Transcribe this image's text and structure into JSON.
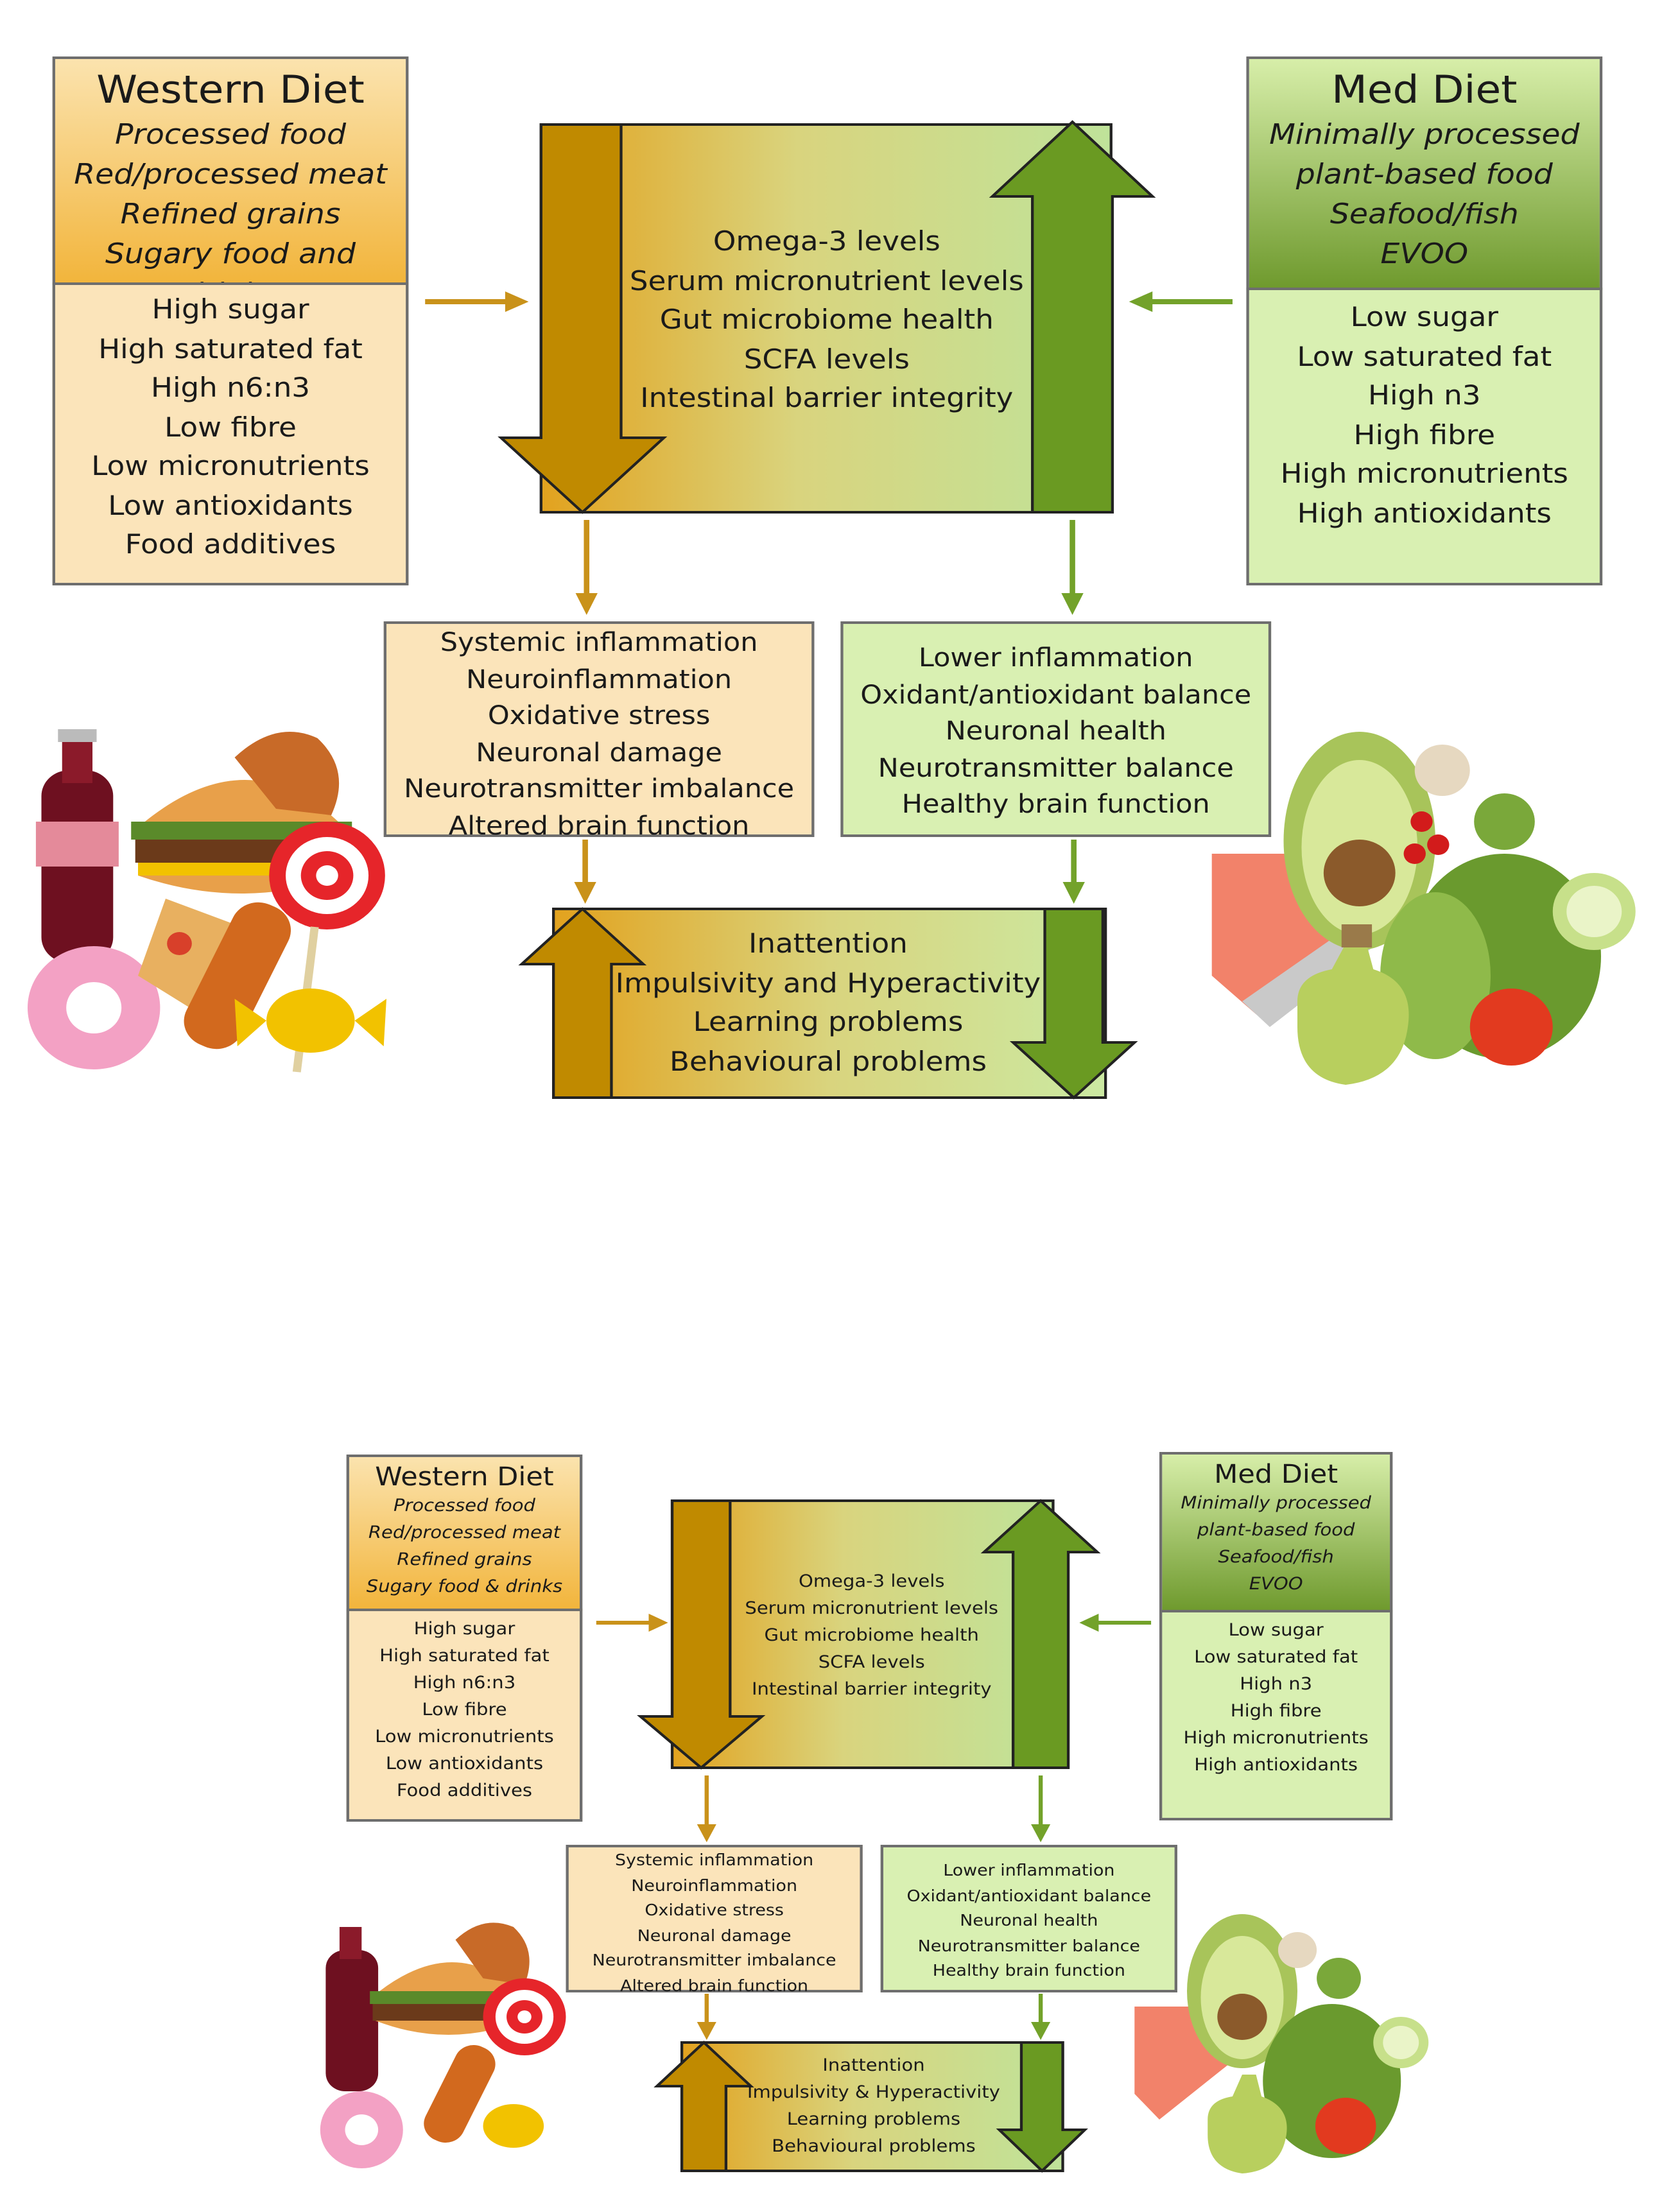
{
  "western": {
    "title": "Western Diet",
    "foods": [
      "Processed food",
      "Red/processed meat",
      "Refined grains",
      "Sugary food and drinks"
    ],
    "nutrients": [
      "High sugar",
      "High saturated fat",
      "High n6:n3",
      "Low fibre",
      "Low micronutrients",
      "Low antioxidants",
      "Food additives"
    ],
    "effects": [
      "Systemic inflammation",
      "Neuroinflammation",
      "Oxidative stress",
      "Neuronal damage",
      "Neurotransmitter imbalance",
      "Altered brain function"
    ]
  },
  "med": {
    "title": "Med Diet",
    "foods": [
      "Minimally processed",
      "plant-based food",
      "Seafood/fish",
      "EVOO"
    ],
    "nutrients": [
      "Low sugar",
      "Low saturated fat",
      "High n3",
      "High fibre",
      "High micronutrients",
      "High antioxidants"
    ],
    "effects": [
      "Lower inflammation",
      "Oxidant/antioxidant balance",
      "Neuronal health",
      "Neurotransmitter balance",
      "Healthy brain function"
    ]
  },
  "center": {
    "items": [
      "Omega-3 levels",
      "Serum micronutrient levels",
      "Gut microbiome health",
      "SCFA levels",
      "Intestinal barrier integrity"
    ]
  },
  "outcomes": {
    "items": [
      "Inattention",
      "Impulsivity and Hyperactivity",
      "Learning problems",
      "Behavioural problems"
    ]
  },
  "compact": {
    "western_foods": [
      "Processed food",
      "Red/processed meat",
      "Refined grains",
      "Sugary food & drinks"
    ],
    "outcomes": [
      "Inattention",
      "Impulsivity & Hyperactivity",
      "Learning problems",
      "Behavioural problems"
    ]
  },
  "colors": {
    "western_dark": "#c08a00",
    "western_light": "#f2b53c",
    "med_dark": "#6a9a22",
    "med_light": "#d9f0b2"
  }
}
